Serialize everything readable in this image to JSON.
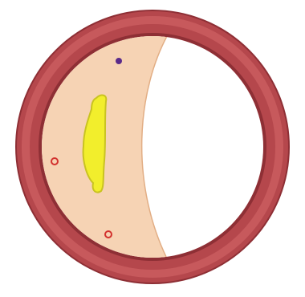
{
  "illustration": {
    "vessel_wall": {
      "color": "#b5474c",
      "highlight": "#d6686a",
      "shadow": "#8e2f35"
    },
    "plaque_region": {
      "color": "#f6d3b4",
      "edge": "#e2ae85"
    },
    "lumen": {
      "color": "#ffffff"
    },
    "lipid_core": {
      "color": "#f2ee2c",
      "edge": "#c9c321"
    },
    "markers": [
      {
        "kind": "filled-dot",
        "color": "#5a2a8a"
      },
      {
        "kind": "ring-dot",
        "color": "#d2312e"
      },
      {
        "kind": "ring-dot",
        "color": "#d2312e"
      }
    ]
  }
}
